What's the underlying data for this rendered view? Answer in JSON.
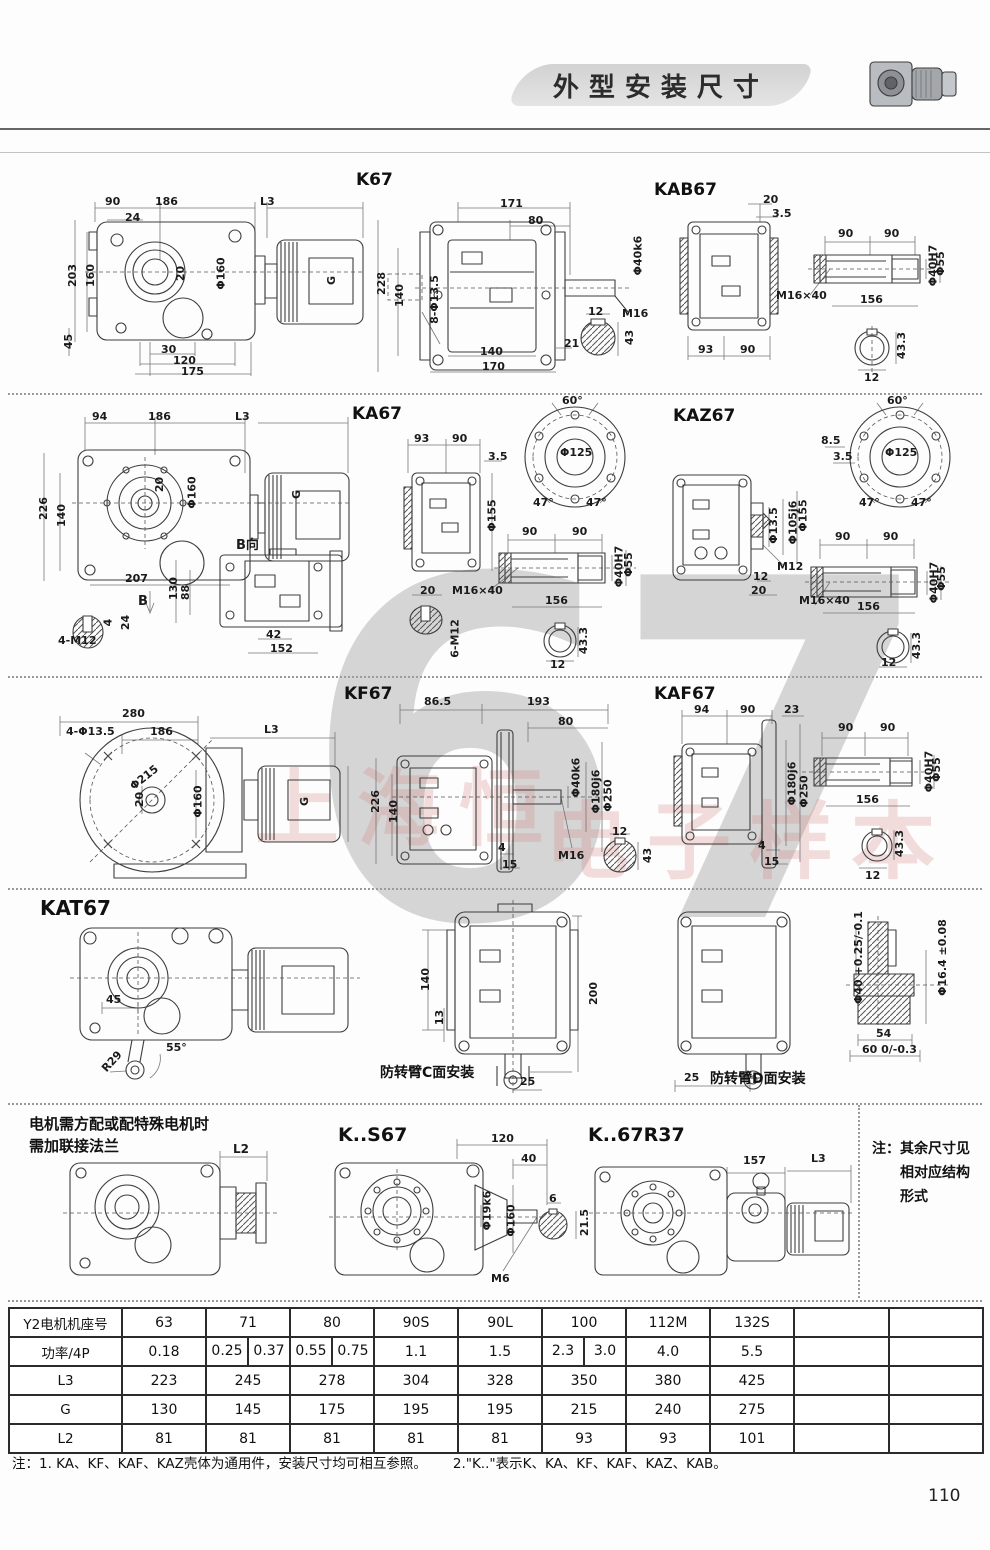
{
  "header": {
    "title": "外型安装尺寸"
  },
  "watermark": {
    "big": "67",
    "seg1": "上海恒",
    "seg2": "电子样本"
  },
  "panels": {
    "k67": {
      "title": "K67",
      "front": [
        "90",
        "186",
        "L3",
        "24",
        "203",
        "160",
        "20",
        "Φ160",
        "G",
        "45",
        "30",
        "120",
        "175"
      ],
      "side": [
        "171",
        "80",
        "Φ40k6",
        "M16",
        "228",
        "140",
        "8-Φ13.5",
        "140",
        "21",
        "170",
        "12",
        "43"
      ]
    },
    "kab67": {
      "title": "KAB67",
      "dims": [
        "20",
        "3.5",
        "93",
        "90",
        "90",
        "90",
        "M16×40",
        "156",
        "Φ40H7",
        "Φ55",
        "43.3",
        "12"
      ]
    },
    "ka67": {
      "title": "KA67",
      "front": [
        "94",
        "186",
        "L3",
        "226",
        "140",
        "20",
        "Φ160",
        "G",
        "207",
        "B向",
        "B",
        "4-M12",
        "4",
        "24",
        "130",
        "88",
        "42",
        "152"
      ],
      "mid": [
        "93",
        "90",
        "3.5",
        "Φ155",
        "60°",
        "Φ125",
        "47°",
        "47°",
        "90",
        "90",
        "M16×40",
        "156",
        "Φ40H7",
        "Φ55",
        "20",
        "6-M12",
        "43.3",
        "12"
      ]
    },
    "kaz67": {
      "title": "KAZ67",
      "dims": [
        "8.5",
        "3.5",
        "Φ13.5",
        "Φ105j6",
        "Φ155",
        "M12",
        "12",
        "20",
        "60°",
        "Φ125",
        "47°",
        "47°",
        "90",
        "90",
        "M16×40",
        "156",
        "Φ40H7",
        "Φ55",
        "43.3",
        "12"
      ]
    },
    "kf67": {
      "title": "KF67",
      "front": [
        "280",
        "4-Φ13.5",
        "186",
        "L3",
        "Φ215",
        "20",
        "Φ160",
        "G"
      ],
      "side": [
        "86.5",
        "193",
        "80",
        "Φ40k6",
        "Φ180j6",
        "Φ250",
        "226",
        "140",
        "4",
        "15",
        "M16",
        "12",
        "43"
      ]
    },
    "kaf67": {
      "title": "KAF67",
      "dims": [
        "94",
        "90",
        "23",
        "Φ180j6",
        "Φ250",
        "4",
        "15",
        "90",
        "90",
        "156",
        "Φ40H7",
        "Φ55",
        "43.3",
        "12"
      ]
    },
    "kat67": {
      "title": "KAT67",
      "front": [
        "45",
        "R29",
        "55°"
      ],
      "c_view": [
        "140",
        "13",
        "200",
        "25"
      ],
      "c_caption": "防转臂C面安装",
      "d_view": [
        "25",
        "Φ40 +0.25/-0.1",
        "Φ16.4 ±0.08",
        "54",
        "60 0/-0.3"
      ],
      "d_caption": "防转臂D面安装"
    },
    "flange_note": {
      "line1": "电机需方配或配特殊电机时",
      "line2": "需加联接法兰",
      "dim": "L2"
    },
    "ks67": {
      "title": "K..S67",
      "dims": [
        "120",
        "40",
        "Φ19k6",
        "Φ160",
        "M6",
        "6",
        "21.5"
      ]
    },
    "k67r37": {
      "title": "K..67R37",
      "dims": [
        "157",
        "L3"
      ]
    },
    "side_note": {
      "prefix": "注：",
      "text": "其余尺寸见相对应结构形式"
    }
  },
  "table": {
    "row_headers": [
      "Y2电机机座号",
      "功率/4P",
      "L3",
      "G",
      "L2"
    ],
    "sizes": [
      "63",
      "71",
      "80",
      "90S",
      "90L",
      "100",
      "112M",
      "132S"
    ],
    "power": {
      "c63": "0.18",
      "c71a": "0.25",
      "c71b": "0.37",
      "c80a": "0.55",
      "c80b": "0.75",
      "c90s": "1.1",
      "c90l": "1.5",
      "c100a": "2.3",
      "c100b": "3.0",
      "c112m": "4.0",
      "c132s": "5.5"
    },
    "l3": [
      "223",
      "245",
      "278",
      "304",
      "328",
      "350",
      "380",
      "425"
    ],
    "g": [
      "130",
      "145",
      "175",
      "195",
      "195",
      "215",
      "240",
      "275"
    ],
    "l2": [
      "81",
      "81",
      "81",
      "81",
      "81",
      "93",
      "93",
      "101"
    ]
  },
  "footer": {
    "note1": "注：1. KA、KF、KAF、KAZ壳体为通用件，安装尺寸均可相互参照。",
    "note2": "2.\"K..\"表示K、KA、KF、KAF、KAZ、KAB。",
    "page_number": "110"
  }
}
